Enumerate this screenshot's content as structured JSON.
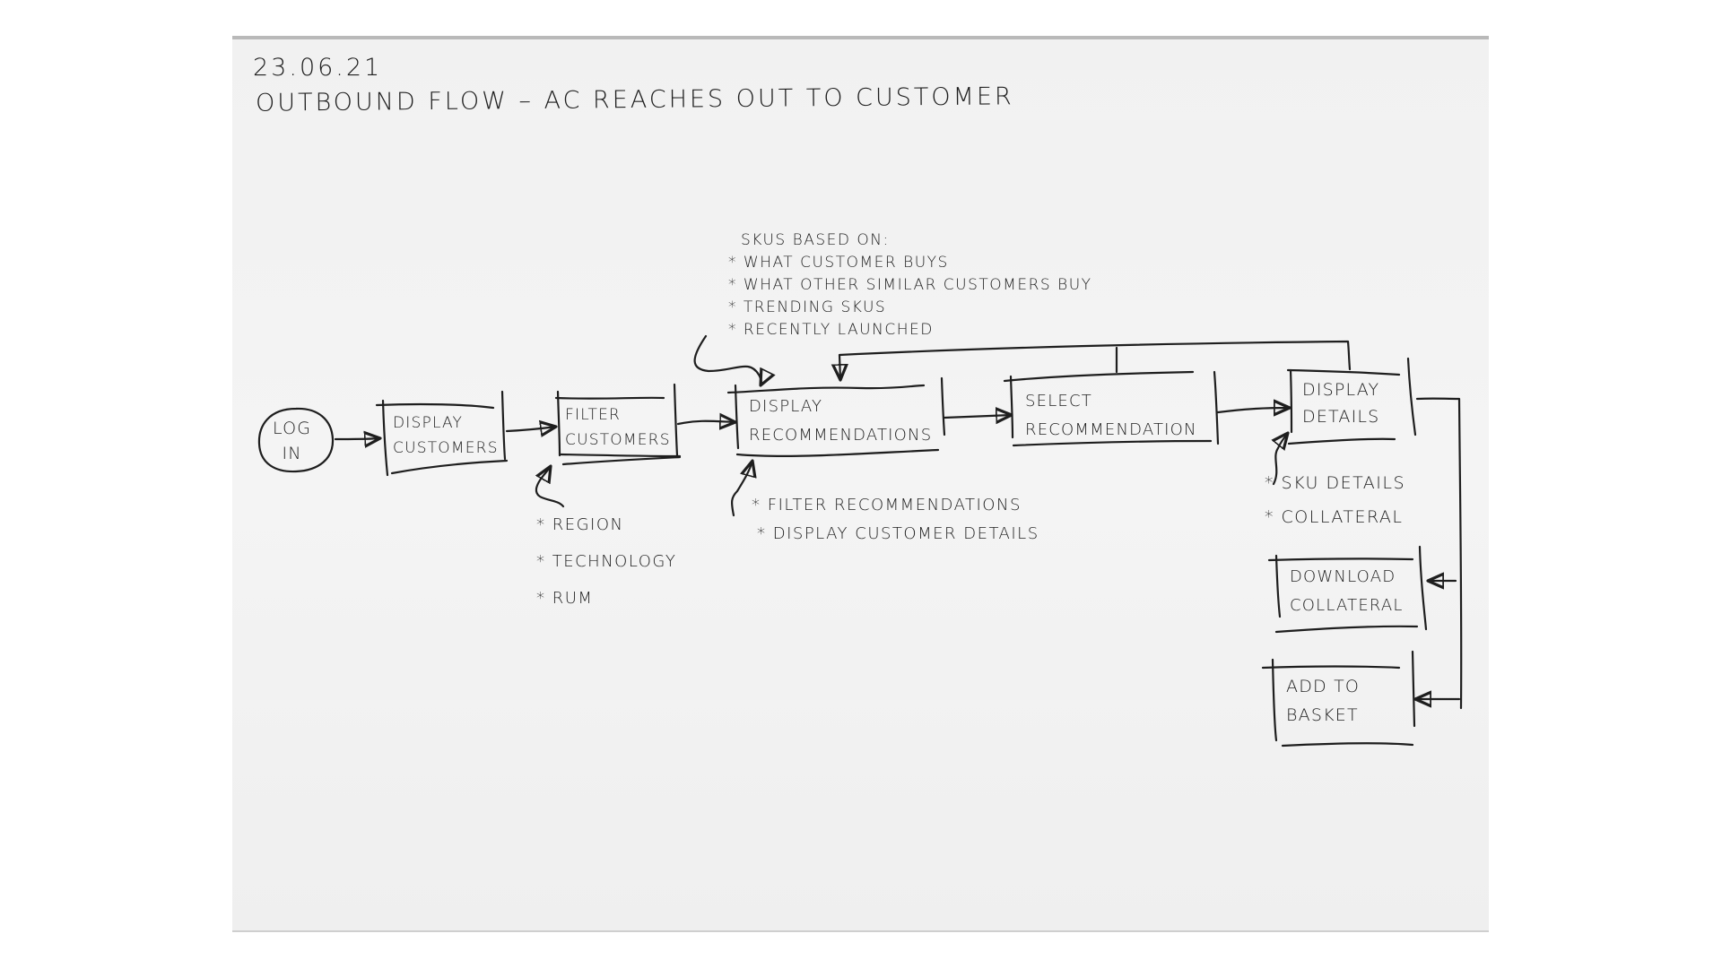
{
  "sketch": {
    "date": "23.06.21",
    "title": "Outbound flow – AC reaches out to customer"
  },
  "nodes": {
    "login": {
      "line1": "Log",
      "line2": "in",
      "shape": "circle"
    },
    "display_customers": {
      "line1": "Display",
      "line2": "customers"
    },
    "filter_customers": {
      "line1": "Filter",
      "line2": "customers"
    },
    "display_recommendations": {
      "line1": "Display",
      "line2": "recommendations"
    },
    "select_recommendation": {
      "line1": "Select",
      "line2": "recommendation"
    },
    "display_details": {
      "line1": "Display",
      "line2": "details"
    },
    "download_collateral": {
      "line1": "Download",
      "line2": "collateral"
    },
    "add_to_basket": {
      "line1": "Add to",
      "line2": "basket"
    }
  },
  "notes": {
    "skus_based_on": {
      "heading": "SKUs based on:",
      "items": [
        "* What customer buys",
        "* What other similar customers buy",
        "* Trending SKUs",
        "* Recently launched"
      ]
    },
    "filter_criteria": {
      "items": [
        "* Region",
        "* Technology",
        "* RUM"
      ]
    },
    "recommendation_actions": {
      "items": [
        "* Filter recommendations",
        "* Display customer details"
      ]
    },
    "detail_contents": {
      "items": [
        "* SKU details",
        "* Collateral"
      ]
    }
  },
  "edges": [
    {
      "from": "login",
      "to": "display_customers"
    },
    {
      "from": "display_customers",
      "to": "filter_customers"
    },
    {
      "from": "filter_customers",
      "to": "display_recommendations"
    },
    {
      "from": "display_recommendations",
      "to": "select_recommendation"
    },
    {
      "from": "select_recommendation",
      "to": "display_details"
    },
    {
      "from": "display_details",
      "to": "download_collateral"
    },
    {
      "from": "display_details",
      "to": "add_to_basket"
    },
    {
      "from": "display_details",
      "to": "display_recommendations",
      "label": "back"
    },
    {
      "from": "select_recommendation",
      "to": "display_recommendations",
      "label": "back"
    }
  ],
  "colors": {
    "ink": "#1e1e1e",
    "paper": "#f2f2f2",
    "paper_edge": "#b9b9b9",
    "background": "#ffffff"
  }
}
